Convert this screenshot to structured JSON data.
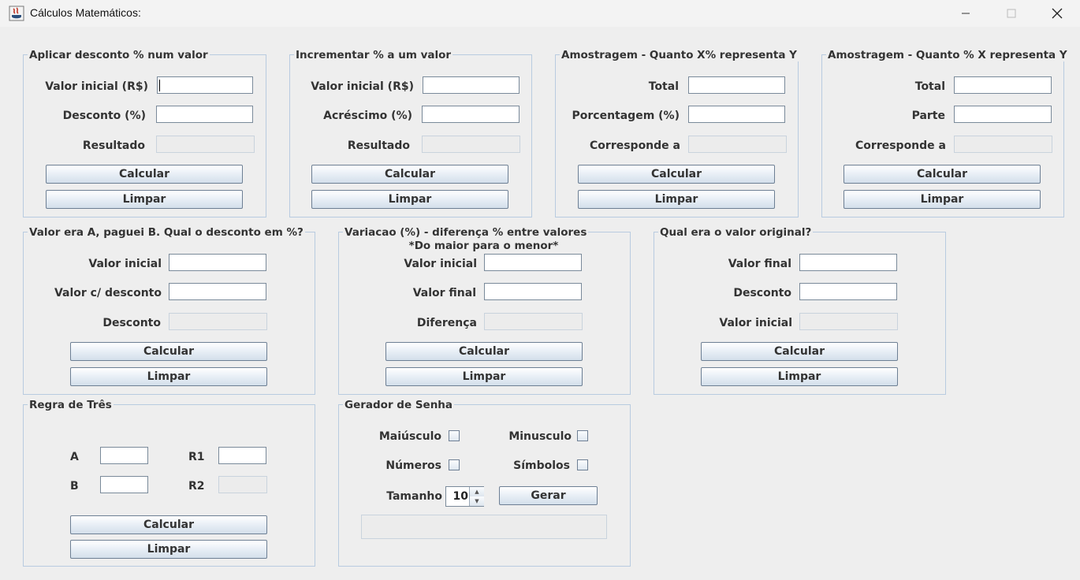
{
  "window": {
    "title": "Cálculos Matemáticos:",
    "minimize_icon": "minimize-icon",
    "maximize_icon": "maximize-icon",
    "close_icon": "close-icon"
  },
  "panels": {
    "desconto": {
      "title": "Aplicar desconto % num valor",
      "label1": "Valor inicial (R$)",
      "label2": "Desconto (%)",
      "label3": "Resultado",
      "calc": "Calcular",
      "clear": "Limpar"
    },
    "incremento": {
      "title": "Incrementar % a um valor",
      "label1": "Valor inicial (R$)",
      "label2": "Acréscimo (%)",
      "label3": "Resultado",
      "calc": "Calcular",
      "clear": "Limpar"
    },
    "amostragem1": {
      "title": "Amostragem - Quanto X% representa Y",
      "label1": "Total",
      "label2": "Porcentagem (%)",
      "label3": "Corresponde a",
      "calc": "Calcular",
      "clear": "Limpar"
    },
    "amostragem2": {
      "title": "Amostragem - Quanto % X representa Y",
      "label1": "Total",
      "label2": "Parte",
      "label3": "Corresponde a",
      "calc": "Calcular",
      "clear": "Limpar"
    },
    "descontoab": {
      "title": "Valor era A, paguei B. Qual o desconto em %?",
      "label1": "Valor inicial",
      "label2": "Valor c/ desconto",
      "label3": "Desconto",
      "calc": "Calcular",
      "clear": "Limpar"
    },
    "variacao": {
      "title": "Variacao (%) - diferença % entre valores",
      "note": "*Do maior para o menor*",
      "label1": "Valor inicial",
      "label2": "Valor final",
      "label3": "Diferença",
      "calc": "Calcular",
      "clear": "Limpar"
    },
    "original": {
      "title": "Qual era o valor original?",
      "label1": "Valor final",
      "label2": "Desconto",
      "label3": "Valor inicial",
      "calc": "Calcular",
      "clear": "Limpar"
    },
    "regra": {
      "title": "Regra de Três",
      "a": "A",
      "b": "B",
      "r1": "R1",
      "r2": "R2",
      "calc": "Calcular",
      "clear": "Limpar"
    },
    "senha": {
      "title": "Gerador de Senha",
      "maiusculo": "Maiúsculo",
      "minusculo": "Minusculo",
      "numeros": "Números",
      "simbolos": "Símbolos",
      "tamanho": "Tamanho",
      "tamanho_value": "10",
      "gerar": "Gerar"
    }
  }
}
